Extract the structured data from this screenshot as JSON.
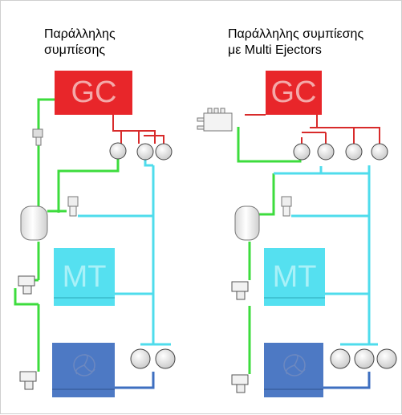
{
  "left_panel": {
    "title_line1": "Παράλληλης",
    "title_line2": "συμπίεσης",
    "gas_cooler_label": "GC",
    "medium_temp_label": "MT"
  },
  "right_panel": {
    "title_line1": "Παράλληλης συμπίεσης",
    "title_line2": "με Multi Ejectors",
    "gas_cooler_label": "GC",
    "medium_temp_label": "MT"
  },
  "colors": {
    "gas_cooler": "#e8262a",
    "medium_temp": "#55e0f0",
    "low_temp": "#4d79c4",
    "pipe_green": "#3ddc3d",
    "pipe_red": "#d82b2b",
    "pipe_cyan": "#4fdcec",
    "pipe_blue": "#3e6fc0"
  }
}
